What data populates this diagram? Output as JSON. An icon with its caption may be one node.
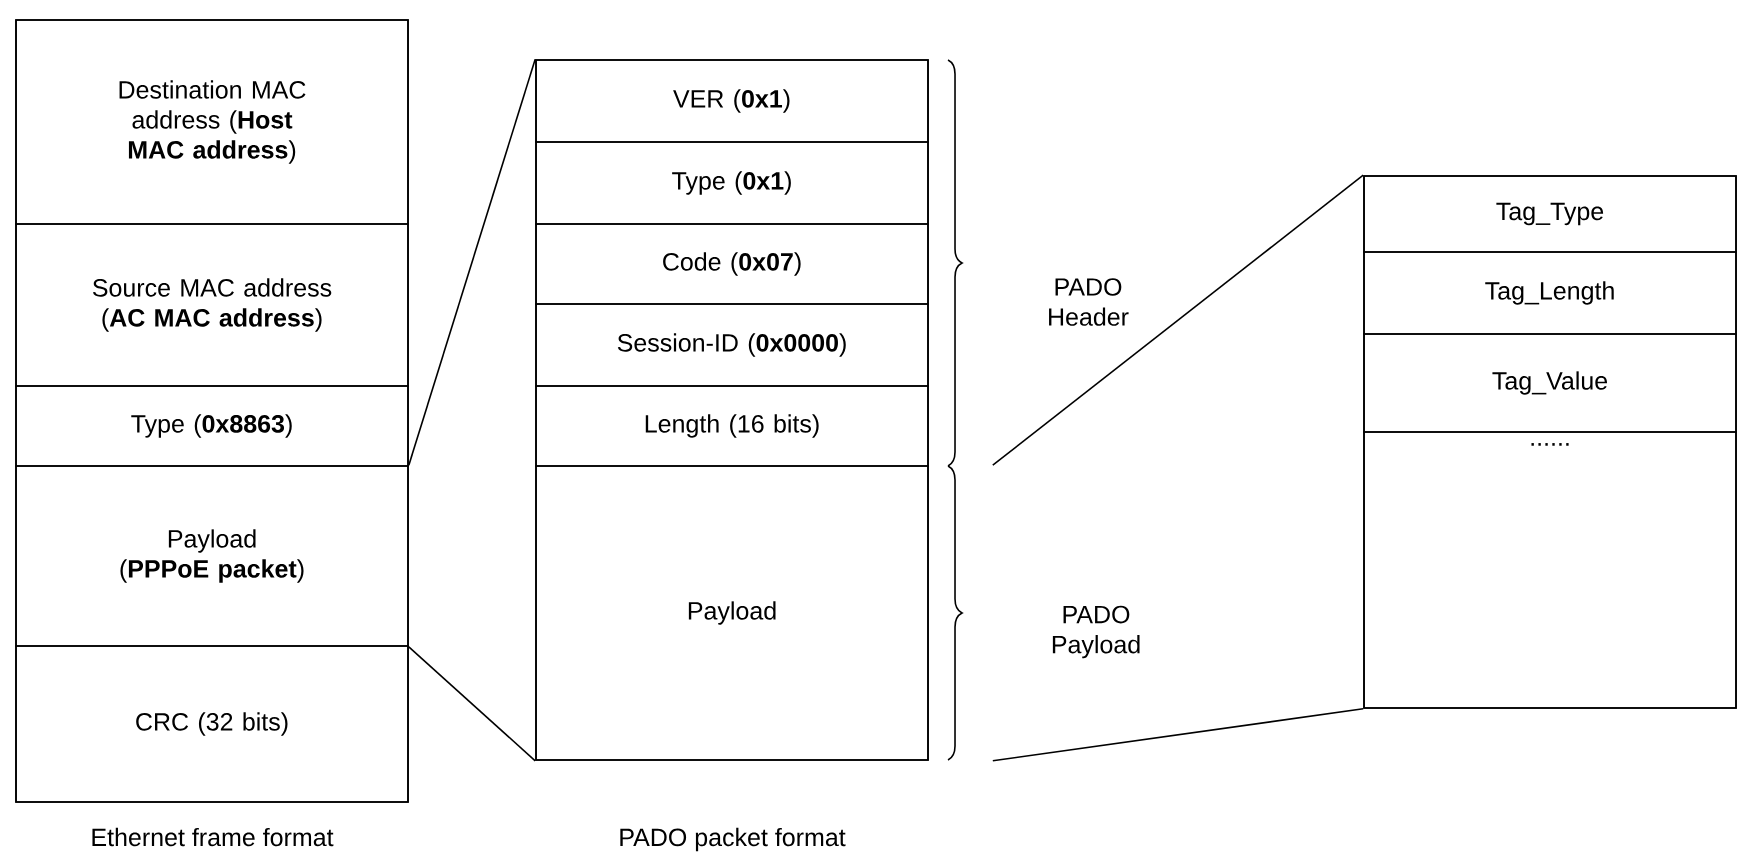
{
  "diagram": {
    "nodes": [
      {
        "text": [
          "Ethernet frame format"
        ]
      },
      {
        "text": [
          "Destination MAC address (**Host MAC address**)"
        ],
        "in": 0
      },
      {
        "text": [
          "Source MAC address (**AC MAC address**)"
        ],
        "in": 0
      },
      {
        "text": [
          "Type (**0x8863**)"
        ],
        "in": 0
      },
      {
        "text": [
          "Payload (**PPPoE packet**)"
        ],
        "in": 0
      },
      {
        "text": [
          "CRC (32 bits)"
        ],
        "in": 0
      },
      {
        "text": [
          "PADO packet format"
        ]
      },
      {
        "text": [
          "VER (**0x1**)"
        ],
        "in": 6
      },
      {
        "text": [
          "Type (**0x1**)"
        ],
        "in": 6
      },
      {
        "text": [
          "Code (**0x07**)"
        ],
        "in": 6
      },
      {
        "text": [
          "Session-ID (**0x0000**)"
        ],
        "in": 6
      },
      {
        "text": [
          "Length (16 bits)"
        ],
        "in": 6
      },
      {
        "text": [
          "Payload"
        ],
        "in": 6
      },
      {
        "text": [],
        "shape": "box"
      },
      {
        "text": [
          "Tag_Type"
        ],
        "in": 13
      },
      {
        "text": [
          "Tag_Length"
        ],
        "in": 13
      },
      {
        "text": [
          "Tag_Value"
        ],
        "in": 13
      },
      {
        "text": [
          "......"
        ],
        "in": 13
      }
    ],
    "edges": [
      {
        "from": 4,
        "to": 6,
        "arrow": "none"
      },
      {
        "from": 4,
        "to": 6,
        "arrow": "none"
      },
      {
        "from": 12,
        "to": 13,
        "arrow": "none"
      },
      {
        "from": 12,
        "to": 13,
        "arrow": "none"
      }
    ],
    "labels": [
      "PADO Header",
      "PADO Payload"
    ]
  }
}
